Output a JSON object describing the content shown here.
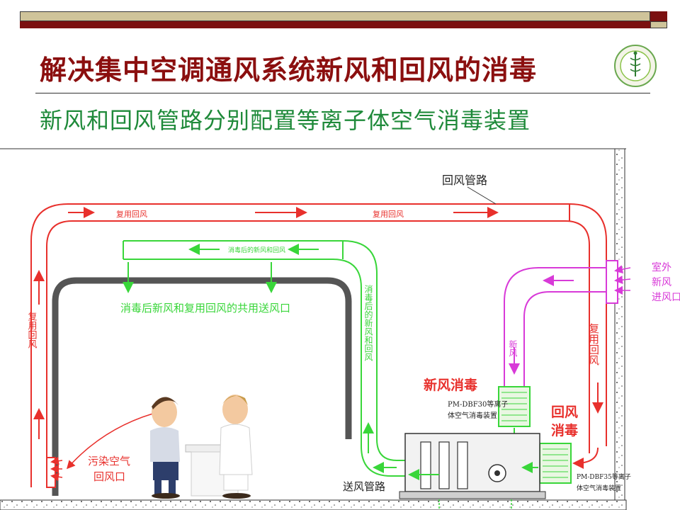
{
  "page": {
    "title": "解决集中空调通风系统新风和回风的消毒",
    "subtitle": "新风和回风管路分别配置等离子体空气消毒装置"
  },
  "diagram": {
    "return_duct_label": "回风管路",
    "reuse_return_air_top_1": "复用回风",
    "reuse_return_air_top_2": "复用回风",
    "reuse_return_air_left": "复用回风",
    "reuse_return_air_right": "复用回风",
    "disinfected_air_top": "消毒后的新风和回风",
    "shared_supply_outlet": "消毒后新风和复用回风的共用送风口",
    "disinfected_air_vertical": "消毒后的新风和回风",
    "fresh_air_vertical": "新风",
    "outdoor_intake_1": "室外",
    "outdoor_intake_2": "新风",
    "outdoor_intake_3": "进风口",
    "fresh_air_disinfection": "新风消毒",
    "device_30_line1": "PM-DBF30等离子",
    "device_30_line2": "体空气消毒装置",
    "return_air_disinfection_1": "回风",
    "return_air_disinfection_2": "消毒",
    "device_35_line1": "PM-DBF35等离子",
    "device_35_line2": "体空气消毒装置",
    "polluted_air_1": "污染空气",
    "polluted_air_2": "回风口",
    "supply_duct_label": "送风管路"
  },
  "colors": {
    "title": "#8b0f0f",
    "subtitle": "#1f8a3a",
    "return_duct": "#e8302c",
    "supply_duct": "#39d63a",
    "fresh_duct": "#d83ad8"
  },
  "icons": [
    "medical-association-logo-icon",
    "doctor-icon",
    "patient-icon"
  ]
}
